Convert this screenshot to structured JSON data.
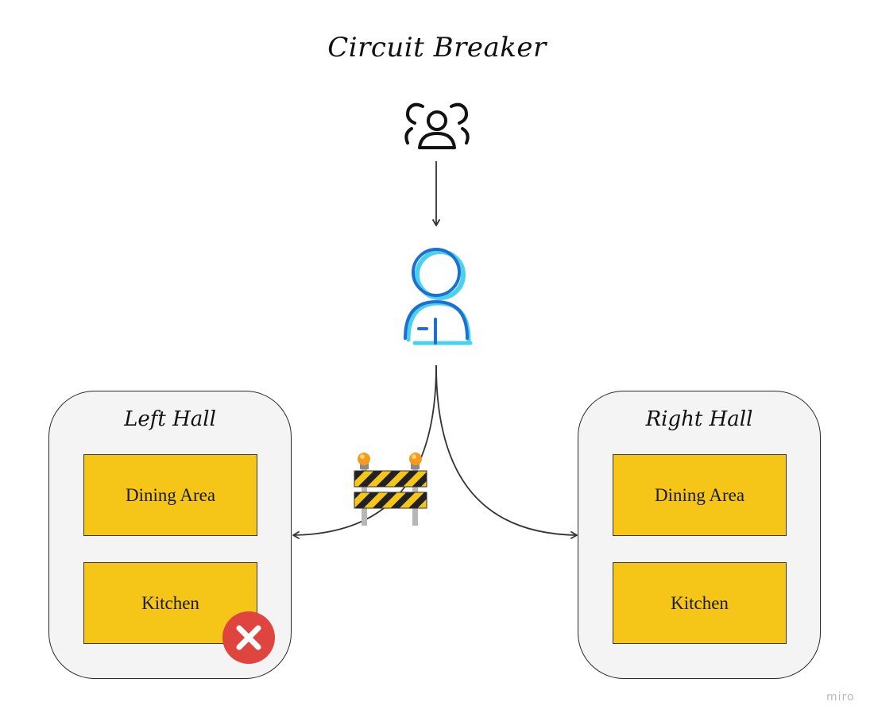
{
  "title": "Circuit Breaker",
  "nodes": {
    "clients": {
      "icon": "users-group-icon"
    },
    "gateway": {
      "icon": "user-person-icon"
    },
    "breaker": {
      "icon": "road-barrier-icon"
    },
    "error": {
      "icon": "close-icon"
    }
  },
  "halls": [
    {
      "label": "Left Hall",
      "rooms": [
        {
          "label": "Dining Area"
        },
        {
          "label": "Kitchen"
        }
      ]
    },
    {
      "label": "Right Hall",
      "rooms": [
        {
          "label": "Dining Area"
        },
        {
          "label": "Kitchen"
        }
      ]
    }
  ],
  "colors": {
    "room_fill": "#f5c518",
    "hall_fill": "#f4f4f4",
    "error_red": "#e0443e",
    "person_blue": "#1f6fd1",
    "person_cyan": "#4ad1ee"
  },
  "watermark": "miro"
}
